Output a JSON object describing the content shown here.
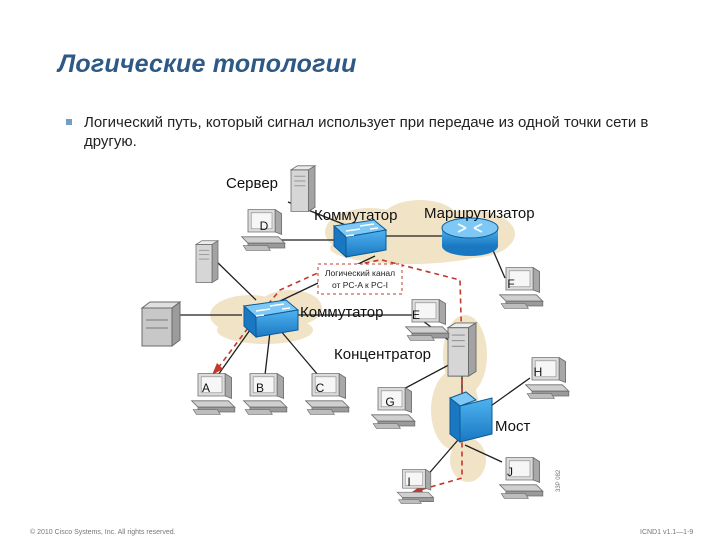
{
  "slide": {
    "title": "Логические топологии",
    "bullet": "Логический путь, который сигнал использует при передаче из одной точки сети в другую."
  },
  "diagram": {
    "labels": {
      "server": "Сервер",
      "switch_top": "Коммутатор",
      "router": "Маршрутизатор",
      "logic_line1": "Логический канал",
      "logic_line2": "от PC-A к PC-I",
      "switch_left": "Коммутатор",
      "hub": "Концентратор",
      "bridge": "Мост",
      "figure_id": "33P 082"
    },
    "pcs": {
      "a": "A",
      "b": "B",
      "c": "C",
      "d": "D",
      "e": "E",
      "f": "F",
      "g": "G",
      "h": "H",
      "i": "I",
      "j": "J"
    },
    "colors": {
      "title": "#2e5984",
      "device_blue": "#1f8fdb",
      "cloud": "#f1e3c6",
      "path": "#c0392b"
    }
  },
  "footer": {
    "copyright": "© 2010 Cisco Systems, Inc. All rights reserved.",
    "course": "ICND1 v1.1—1-9"
  }
}
